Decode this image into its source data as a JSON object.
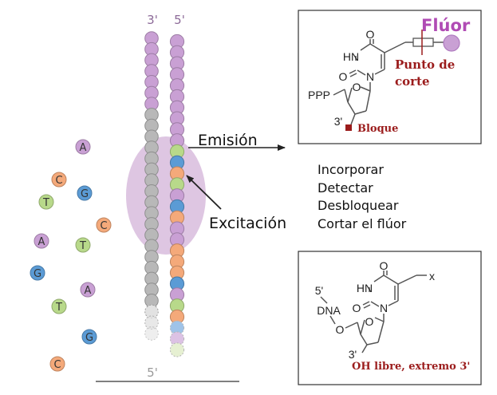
{
  "strand": {
    "top_left_label": "3'",
    "top_right_label": "5'",
    "bottom_label": "5'",
    "left_strand_count": 25,
    "left_strand_faded": 3,
    "right_strand": [
      "#c9a0d4",
      "#c9a0d4",
      "#c9a0d4",
      "#c9a0d4",
      "#c9a0d4",
      "#c9a0d4",
      "#c9a0d4",
      "#c9a0d4",
      "#c9a0d4",
      "#c9a0d4",
      "#b8d98a",
      "#5b9bd5",
      "#f4a97a",
      "#b8d98a",
      "#c9a0d4",
      "#5b9bd5",
      "#f4a97a",
      "#c9a0d4",
      "#c9a0d4",
      "#f4a97a",
      "#f4a97a",
      "#f4a97a",
      "#5b9bd5",
      "#c9a0d4",
      "#b8d98a",
      "#f4a97a",
      "#9fc3e8",
      "#dcc2e4",
      "#e6f0d2"
    ]
  },
  "free_nucleotides": [
    {
      "letter": "A",
      "color": "#c9a0d4"
    },
    {
      "letter": "C",
      "color": "#f4a97a"
    },
    {
      "letter": "G",
      "color": "#5b9bd5"
    },
    {
      "letter": "T",
      "color": "#b8d98a"
    },
    {
      "letter": "C",
      "color": "#f4a97a"
    },
    {
      "letter": "A",
      "color": "#c9a0d4"
    },
    {
      "letter": "T",
      "color": "#b8d98a"
    },
    {
      "letter": "G",
      "color": "#5b9bd5"
    },
    {
      "letter": "A",
      "color": "#c9a0d4"
    },
    {
      "letter": "T",
      "color": "#b8d98a"
    },
    {
      "letter": "G",
      "color": "#5b9bd5"
    },
    {
      "letter": "C",
      "color": "#f4a97a"
    }
  ],
  "labels": {
    "emission": "Emisión",
    "excitation": "Excitación"
  },
  "steps": [
    "Incorporar",
    "Detectar",
    "Desbloquear",
    "Cortar el flúor"
  ],
  "top_panel": {
    "fluor": "Flúor",
    "cut_point_line1": "Punto de",
    "cut_point_line2": "corte",
    "ppp": "PPP",
    "three_prime": "3'",
    "block": "Bloque",
    "o_top": "O",
    "hn": "HN",
    "o_left": "O",
    "n": "N",
    "ring_o": "O"
  },
  "bottom_panel": {
    "x": "x",
    "five_prime": "5'",
    "dna": "DNA",
    "o_link": "O",
    "three_prime": "3'",
    "free_oh": "OH libre, extremo 3'",
    "o_top": "O",
    "hn": "HN",
    "o_left": "O",
    "n": "N",
    "ring_o": "O"
  },
  "colors": {
    "purple": "#c9a0d4",
    "orange": "#f4a97a",
    "blue": "#5b9bd5",
    "green": "#b8d98a",
    "grey": "#b8b8b8",
    "fluor_text": "#b04bb4",
    "dark_red": "#9b1c1c",
    "halo": "#dcc3e0"
  }
}
